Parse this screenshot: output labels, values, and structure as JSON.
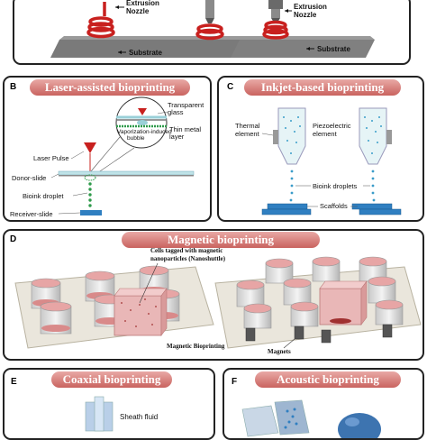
{
  "panel_a": {
    "label_extrusion_nozzle_1": "Extrusion\nNozzle",
    "label_extrusion_nozzle_2": "Extrusion\nNozzle",
    "label_substrate_1": "Substrate",
    "label_substrate_2": "Substrate"
  },
  "panel_b": {
    "letter": "B",
    "title": "Laser-assisted bioprinting",
    "transparent_glass": "Transparent\nglass",
    "thin_metal_layer": "Thin metal\nlayer",
    "vaporization_bubble": "Vaporization-induced\nbubble",
    "laser_pulse": "Laser Pulse",
    "donor_slide": "Donor-slide",
    "bioink_droplet": "Bioink droplet",
    "receiver_slide": "Receiver-slide"
  },
  "panel_c": {
    "letter": "C",
    "title": "Inkjet-based bioprinting",
    "thermal_element": "Thermal\nelement",
    "piezoelectric_element": "Piezoelectric\nelement",
    "bioink_droplets": "Bioink droplets",
    "scaffolds": "Scaffolds"
  },
  "panel_d": {
    "letter": "D",
    "title": "Magnetic bioprinting",
    "cells_tagged": "Cells tagged with magnetic\nnanoparticles (Nanoshuttle)",
    "magnetic_bioprinting": "Magnetic Bioprinting",
    "magnets": "Magnets"
  },
  "panel_e": {
    "letter": "E",
    "title": "Coaxial bioprinting",
    "sheath_fluid": "Sheath fluid"
  },
  "panel_f": {
    "letter": "F",
    "title": "Acoustic bioprinting"
  },
  "colors": {
    "title_pill": "#d47c78",
    "bioink_red": "#c8201e",
    "droplet_green": "#2e9a4a",
    "scaffold_blue": "#2f7fc1",
    "well_pink": "#d98a8a"
  }
}
